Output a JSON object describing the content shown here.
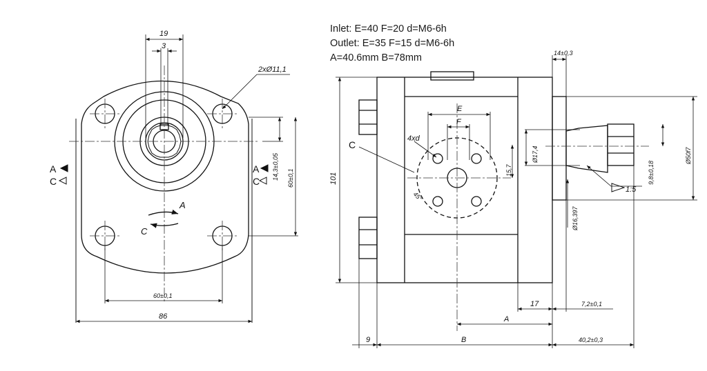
{
  "notes": {
    "inlet": "Inlet: E=40 F=20 d=M6-6h",
    "outlet": "Outlet: E=35 F=15 d=M6-6h",
    "ab": "A=40.6mm B=78mm"
  },
  "front_view": {
    "dims": {
      "d19": "19",
      "d3": "3",
      "holes": "2xØ11,1",
      "d14": "14,3±0,05",
      "d60v": "60±0,1",
      "d60h": "60±0,1",
      "d86": "86"
    },
    "port_marks": {
      "a_left": "A",
      "c_left": "C",
      "a_right": "A",
      "c_right": "C"
    },
    "rotation": {
      "a": "A",
      "c": "C"
    }
  },
  "side_view": {
    "dims": {
      "d14_top": "14±0,3",
      "d101": "101",
      "E": "E",
      "F": "F",
      "xd": "4xd",
      "C": "C",
      "d45": "45°",
      "d17_4": "Ø17,4",
      "d15_7": "15,7",
      "d9_8": "9,8±0,18",
      "d50": "Ø50f7",
      "taper": "1:5",
      "d16": "Ø16,397",
      "d17": "17",
      "d7_2": "7,2±0,1",
      "A": "A",
      "d9": "9",
      "B": "B",
      "d40": "40,2±0,3"
    }
  }
}
